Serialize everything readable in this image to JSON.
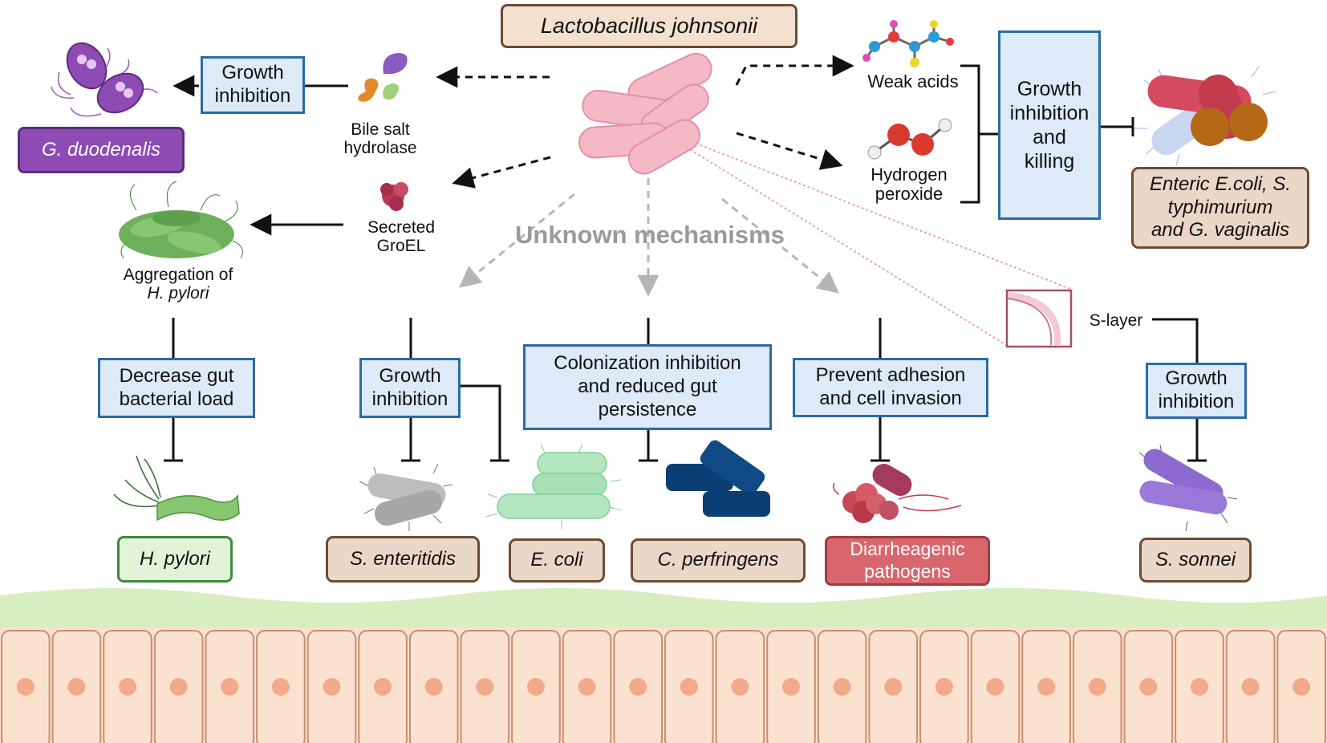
{
  "top": {
    "title": "Lactobacillus johnsonii"
  },
  "left_branch": {
    "growth_inhibition": [
      "Growth",
      "inhibition"
    ],
    "bile_salt_hydrolase": [
      "Bile salt",
      "hydrolase"
    ],
    "g_duodenalis": "G. duodenalis",
    "secreted_groel": [
      "Secreted",
      "GroEL"
    ],
    "aggregation": [
      "Aggregation of",
      "H. pylori"
    ]
  },
  "right_branch": {
    "weak_acids": "Weak acids",
    "hydrogen_peroxide": [
      "Hydrogen",
      "peroxide"
    ],
    "growth_inhibition_killing": [
      "Growth",
      "inhibition",
      "and",
      "killing"
    ],
    "enteric": [
      "Enteric E.coli, S.",
      "typhimurium",
      "and G. vaginalis"
    ]
  },
  "center": {
    "unknown_mechanisms": "Unknown mechanisms",
    "s_layer": "S-layer"
  },
  "effects": {
    "decrease_load": [
      "Decrease gut",
      "bacterial load"
    ],
    "growth_inhibition_mid": [
      "Growth",
      "inhibition"
    ],
    "colonization": [
      "Colonization inhibition",
      "and reduced gut",
      "persistence"
    ],
    "prevent_adhesion": [
      "Prevent adhesion",
      "and cell invasion"
    ],
    "growth_inhibition_right": [
      "Growth",
      "inhibition"
    ]
  },
  "pathogens": {
    "h_pylori": "H. pylori",
    "s_enteritidis": "S. enteritidis",
    "e_coli": "E. coli",
    "c_perfringens": "C. perfringens",
    "diarrheagenic": [
      "Diarrheagenic",
      "pathogens"
    ],
    "s_sonnei": "S. sonnei"
  },
  "colors": {
    "blue_box_fill": "#ddeaf7",
    "blue_box_border": "#2c6aa6",
    "tan_box_fill": "#e9d7c7",
    "tan_box_border": "#6e4a33",
    "g_duodenalis_fill": "#8e4bb4",
    "h_pylori_fill": "#e2f3d8",
    "h_pylori_border": "#3d8a3c",
    "diarrheagenic_fill": "#d9666c",
    "lactobacillus_pink": "#f4b8c6",
    "epithelium": "#fbe1cf",
    "mucus": "#d8eec0"
  },
  "icons": [
    "giardia-icon",
    "bile-salt-hydrolase-icon",
    "groel-protein-icon",
    "h-pylori-aggregate-icon",
    "lactobacillus-cluster-icon",
    "weak-acid-molecule-icon",
    "hydrogen-peroxide-molecule-icon",
    "enteric-bacteria-icon",
    "s-layer-icon",
    "h-pylori-bacterium-icon",
    "s-enteritidis-icon",
    "e-coli-icon",
    "c-perfringens-icon",
    "diarrheagenic-pathogens-icon",
    "s-sonnei-icon",
    "intestinal-epithelium-icon"
  ]
}
